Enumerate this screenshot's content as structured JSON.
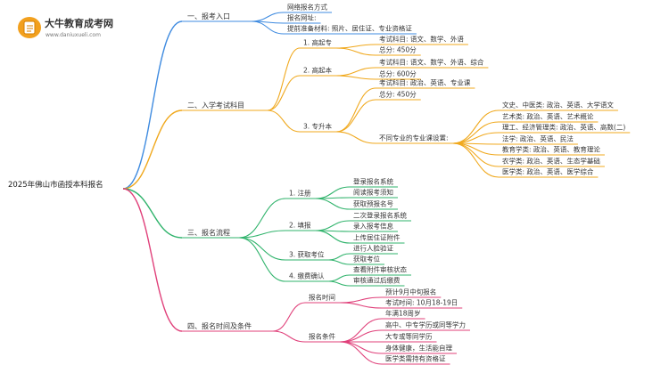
{
  "logo": {
    "title": "大牛教育成考网",
    "subtitle": "www.daniuxueli.com"
  },
  "root": "2025年佛山市函授本科报名",
  "colors": {
    "entry": "#3f8be0",
    "subjects": "#f0a81c",
    "process": "#2fb36b",
    "time": "#e0407a"
  },
  "branches": [
    {
      "id": "entry",
      "label": "一、报考入口",
      "children": [
        {
          "label": "网络报名方式"
        },
        {
          "label": "报名网址:"
        },
        {
          "label": "提前准备材料: 照片、居住证、专业资格证"
        }
      ]
    },
    {
      "id": "subjects",
      "label": "二、入学考试科目",
      "children": [
        {
          "label": "1. 高起专",
          "children": [
            {
              "label": "考试科目: 语文、数学、外语"
            },
            {
              "label": "总分: 450分"
            }
          ]
        },
        {
          "label": "2. 高起本",
          "children": [
            {
              "label": "考试科目: 语文、数学、外语、综合"
            },
            {
              "label": "总分: 600分"
            }
          ]
        },
        {
          "label": "3. 专升本",
          "children": [
            {
              "label": "考试科目: 政治、英语、专业课"
            },
            {
              "label": "总分: 450分"
            },
            {
              "label": "不同专业的专业课设置:",
              "children": [
                {
                  "label": "文史、中医类: 政治、英语、大学语文"
                },
                {
                  "label": "艺术类: 政治、英语、艺术概论"
                },
                {
                  "label": "理工、经济管理类: 政治、英语、高数(二)"
                },
                {
                  "label": "法学: 政治、英语、民法"
                },
                {
                  "label": "教育学类: 政治、英语、教育理论"
                },
                {
                  "label": "农学类: 政治、英语、生态学基础"
                },
                {
                  "label": "医学类: 政治、英语、医学综合"
                }
              ]
            }
          ]
        }
      ]
    },
    {
      "id": "process",
      "label": "三、报名流程",
      "children": [
        {
          "label": "1. 注册",
          "children": [
            {
              "label": "登录报名系统"
            },
            {
              "label": "阅读报考须知"
            },
            {
              "label": "获取预报名号"
            }
          ]
        },
        {
          "label": "2. 填报",
          "children": [
            {
              "label": "二次登录报名系统"
            },
            {
              "label": "录入报考信息"
            },
            {
              "label": "上传居住证附件"
            }
          ]
        },
        {
          "label": "3. 获取考位",
          "children": [
            {
              "label": "进行人脸验证"
            },
            {
              "label": "获取考位"
            }
          ]
        },
        {
          "label": "4. 缴费确认",
          "children": [
            {
              "label": "查看附件审核状态"
            },
            {
              "label": "审核通过后缴费"
            }
          ]
        }
      ]
    },
    {
      "id": "time",
      "label": "四、报名时间及条件",
      "children": [
        {
          "label": "报名时间",
          "children": [
            {
              "label": "预计9月中旬报名"
            },
            {
              "label": "考试时间: 10月18-19日"
            }
          ]
        },
        {
          "label": "报名条件",
          "children": [
            {
              "label": "年满18周岁"
            },
            {
              "label": "高中、中专学历或同等学力"
            },
            {
              "label": "大专或等同学历"
            },
            {
              "label": "身体健康，生活能自理"
            },
            {
              "label": "医学类需持有资格证"
            }
          ]
        }
      ]
    }
  ]
}
